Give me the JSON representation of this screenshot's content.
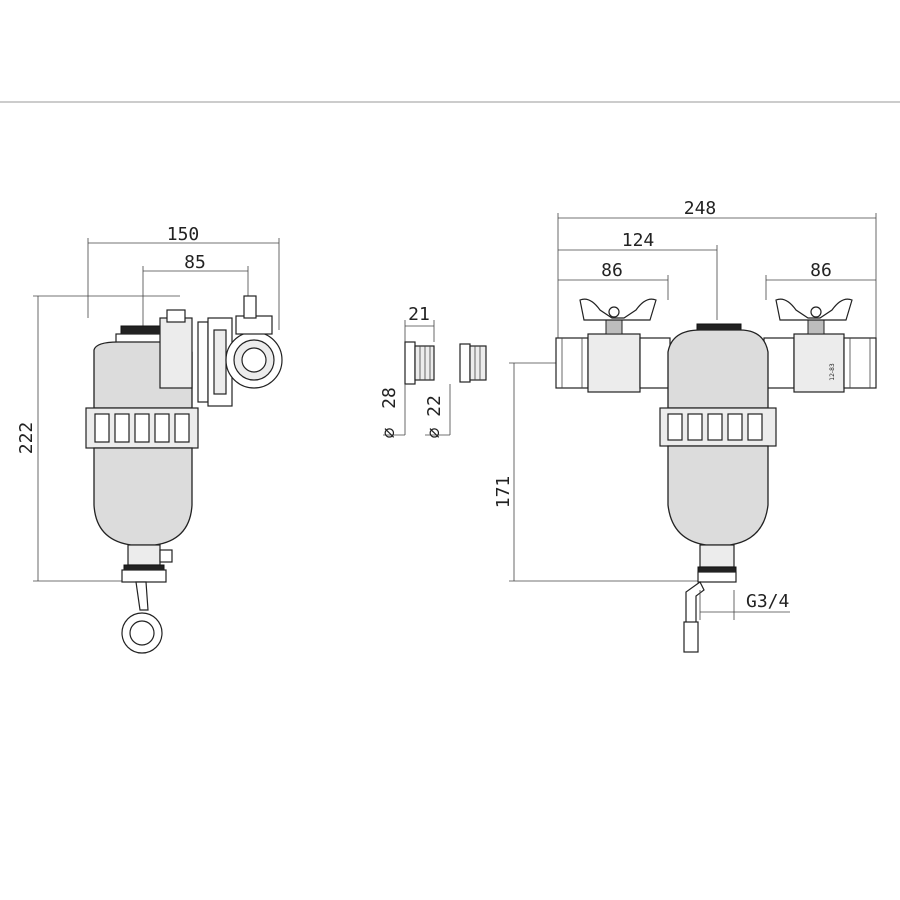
{
  "dimensions": {
    "front_overall_width": "150",
    "front_offset_width": "85",
    "front_height": "222",
    "adapter_length": "21",
    "adapter_diameter_large": "28",
    "adapter_diameter_small": "22",
    "diameter_symbol": "⌀",
    "side_overall_width": "248",
    "side_center_width": "124",
    "side_left_valve": "86",
    "side_right_valve": "86",
    "side_height": "171",
    "drain_thread": "G3/4"
  },
  "markings": {
    "valve_marking": "12-83"
  }
}
